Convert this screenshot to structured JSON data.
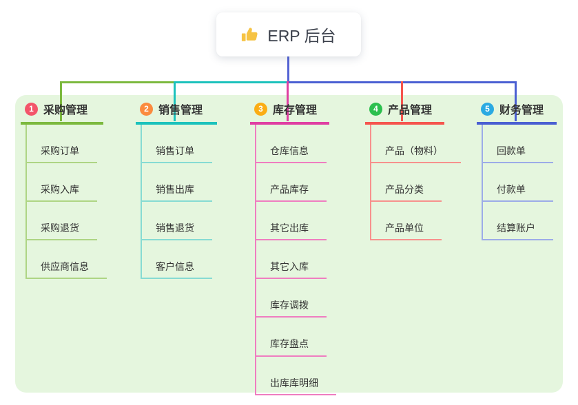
{
  "root": {
    "title": "ERP 后台",
    "icon": "thumbs-up-icon",
    "icon_color": "#f6c344"
  },
  "colors": {
    "panel_bg": "#e5f6de",
    "root_link": "#5463d5",
    "text": "#333333"
  },
  "branches": [
    {
      "index": "1",
      "label": "采购管理",
      "line_color": "#7cb93e",
      "child_line_color": "#aed584",
      "badge_color": "#f3556a",
      "children": [
        "采购订单",
        "采购入库",
        "采购退货",
        "供应商信息"
      ]
    },
    {
      "index": "2",
      "label": "销售管理",
      "line_color": "#1cc2bc",
      "child_line_color": "#86dbd3",
      "badge_color": "#fb8b3e",
      "children": [
        "销售订单",
        "销售出库",
        "销售退货",
        "客户信息"
      ]
    },
    {
      "index": "3",
      "label": "库存管理",
      "line_color": "#df3fa2",
      "child_line_color": "#ef7dc0",
      "badge_color": "#fbad15",
      "children": [
        "仓库信息",
        "产品库存",
        "其它出库",
        "其它入库",
        "库存调拨",
        "库存盘点",
        "出库库明细"
      ]
    },
    {
      "index": "4",
      "label": "产品管理",
      "line_color": "#f5554e",
      "child_line_color": "#f7918d",
      "badge_color": "#2cbf4e",
      "children": [
        "产品（物料）",
        "产品分类",
        "产品单位"
      ]
    },
    {
      "index": "5",
      "label": "财务管理",
      "line_color": "#4a5fd2",
      "child_line_color": "#9cabe8",
      "badge_color": "#2baae2",
      "children": [
        "回款单",
        "付款单",
        "结算账户"
      ]
    }
  ]
}
